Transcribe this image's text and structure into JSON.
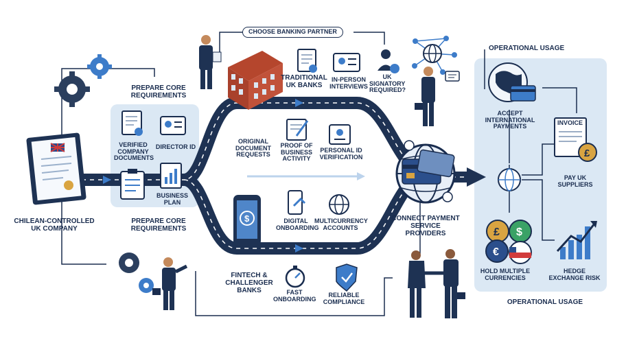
{
  "top_banner": {
    "choose_partner": "CHOOSE BANKING PARTNER"
  },
  "left": {
    "company": "CHILEAN-CONTROLLED\nUK COMPANY",
    "prepare_top": "PREPARE CORE\nREQUIREMENTS",
    "prepare_bottom": "PREPARE CORE\nREQUIREMENTS",
    "req_items": [
      "VERIFIED\nCOMPANY\nDOCUMENTS",
      "DIRECTOR ID",
      "BUSINESS\nPLAN"
    ]
  },
  "traditional": {
    "title": "TRADITIONAL\nUK BANKS",
    "interviews": "IN-PERSON\nINTERVIEWS",
    "signatory": "UK\nSIGNATORY\nREQUIRED?",
    "original_docs": "ORIGINAL\nDOCUMENT\nREQUESTS",
    "proof_activity": "PROOF OF\nBUSINESS\nACTIVITY",
    "personal_id": "PERSONAL ID\nVERIFICATION"
  },
  "fintech": {
    "title": "FINTECH &\nCHALLENGER\nBANKS",
    "digital": "DIGITAL\nONBOARDING",
    "multicurrency": "MULTICURRENCY\nACCOUNTS",
    "fast": "FAST\nONBOARDING",
    "reliable": "RELIABLE\nCOMPLIANCE"
  },
  "connect": {
    "label": "CONNECT PAYMENT\nSERVICE\nPROVIDERS"
  },
  "operational": {
    "title_top": "OPERATIONAL USAGE",
    "title_bottom": "OPERATIONAL USAGE",
    "accept": "ACCEPT\nINTERNATIONAL\nPAYMENTS",
    "invoice_word": "INVOICE",
    "pay_uk": "PAY UK\nSUPPLIERS",
    "hold": "HOLD MULTIPLE\nCURRENCIES",
    "hedge": "HEDGE\nEXCHANGE RISK"
  },
  "colors": {
    "navy": "#1a2d4f",
    "road": "#1e3253",
    "panel": "#dbe8f4",
    "accent": "#3d7cc9",
    "gold": "#d9a441"
  }
}
